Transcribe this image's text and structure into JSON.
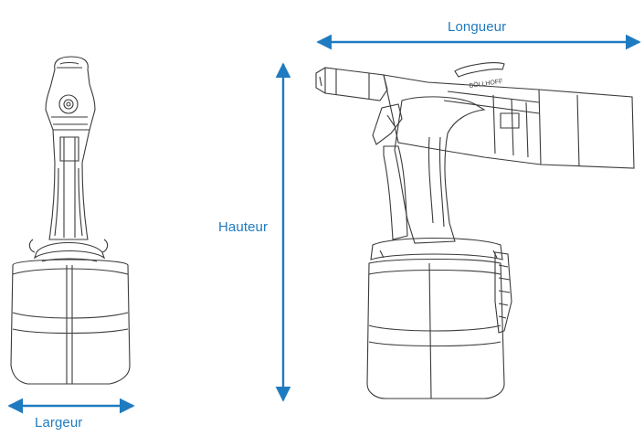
{
  "dimensions": {
    "length_label": "Longueur",
    "height_label": "Hauteur",
    "width_label": "Largeur"
  },
  "drawing": {
    "brand_text": "BÖLLHOFF",
    "product": "riveting tool line drawing",
    "views": [
      "front-view",
      "side-view"
    ]
  },
  "colors": {
    "accent": "#1f7bc0",
    "line": "#3a3a3a",
    "background": "#ffffff"
  }
}
